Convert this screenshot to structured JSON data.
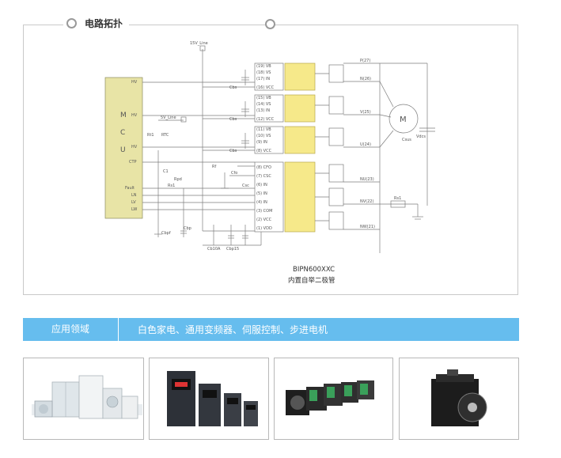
{
  "section": {
    "title": "电路拓扑"
  },
  "schematic": {
    "supply_label": "15V_Line",
    "supply5_label": "5V_Line",
    "mcu_letters": [
      "M",
      "C",
      "U"
    ],
    "mcu_pins": [
      "HV",
      "HV",
      "HV",
      "CTP",
      "Fault",
      "LN",
      "LV",
      "LW"
    ],
    "left_parts": [
      "Rt1",
      "RTC",
      "Rf",
      "C1",
      "Rpd",
      "Rs1",
      "Cbpf"
    ],
    "mid_parts": [
      "Cbs",
      "Cbs",
      "Cbs",
      "Cfo",
      "Csc",
      "Cbp",
      "Cbp15",
      "Cb10A"
    ],
    "upper_pins": [
      [
        "(19) VB",
        "(18) VS",
        "(17) IN",
        "(16) VCC"
      ],
      [
        "(15) VB",
        "(14) VS",
        "(13) IN",
        "(12) VCC"
      ],
      [
        "(11) VB",
        "(10) VS",
        "(9) IN",
        "(8) VCC"
      ]
    ],
    "lower_pins": [
      "(8) CFO",
      "(7) CSC",
      "(6) IN",
      "(5) IN",
      "(4) IN",
      "(3) COM",
      "(2) VCC",
      "(1) VDD"
    ],
    "outputs": [
      "P(27)",
      "N(26)",
      "V(25)",
      "U(24)",
      "NU(23)",
      "NV(22)",
      "NW(21)"
    ],
    "motor": {
      "label": "M",
      "cap": "Csus",
      "vdc": "Vdcs"
    },
    "shunt": "Rs1",
    "part_number": "BIPN600XXC",
    "part_desc": "内置自举二极管"
  },
  "applications": {
    "label": "应用领域",
    "value": "白色家电、通用变频器、伺服控制、步进电机"
  },
  "product_images": [
    {
      "kind": "home-appliances"
    },
    {
      "kind": "inverters"
    },
    {
      "kind": "servo-motors"
    },
    {
      "kind": "stepper-motor"
    }
  ],
  "colors": {
    "accent": "#66bdee",
    "ic_fill": "#f6e98a",
    "mcu_fill": "#e8e4a6",
    "wire": "#7d7d7d"
  }
}
